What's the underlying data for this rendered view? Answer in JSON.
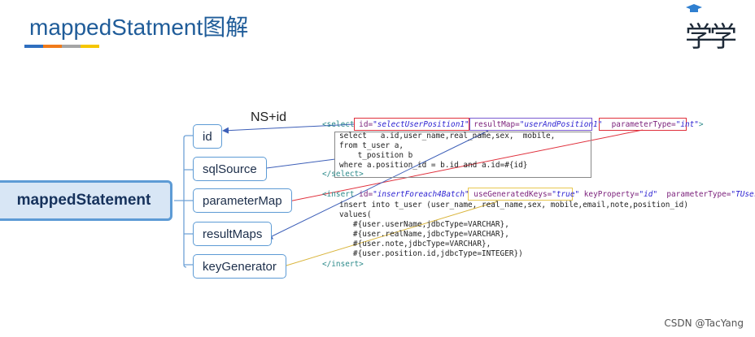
{
  "header": {
    "title": "mappedStatment图解",
    "bar_colors": [
      "#2f6fbf",
      "#f07a1a",
      "#a5a5a5",
      "#f5c600"
    ]
  },
  "logo": {
    "text": "学学",
    "icon": "mortarboard-icon"
  },
  "diagram": {
    "root": "mappedStatement",
    "children": [
      "id",
      "sqlSource",
      "parameterMap",
      "resultMaps",
      "keyGenerator"
    ],
    "ns_label": "NS+id"
  },
  "select_block": {
    "open_tag": "<select",
    "id_attr": "id=",
    "id_val": "\"selectUserPosition1\"",
    "resultMap_attr": "resultMap=",
    "resultMap_val": "\"userAndPosition1\"",
    "paramType_attr": "parameterType=",
    "paramType_val": "\"int\"",
    "gt": ">",
    "body": "select   a.id,user_name,real_name,sex,  mobile,\nfrom t_user a,\n    t_position b\nwhere a.position_id = b.id and a.id=#{id}",
    "close_tag": "</select>"
  },
  "insert_block": {
    "open_tag": "<insert",
    "id_attr": "id=",
    "id_val": "\"insertForeach4Batch\"",
    "useGen_attr": "useGeneratedKeys=",
    "useGen_val": "\"true\"",
    "keyProp_attr": "keyProperty=",
    "keyProp_val": "\"id\"",
    "paramType_attr": "parameterType=",
    "paramType_val": "\"TUser\"",
    "gt": ">",
    "body": "insert into t_user (user_name, real_name,sex, mobile,email,note,position_id)\nvalues(\n   #{user.userName,jdbcType=VARCHAR},\n   #{user.realName,jdbcType=VARCHAR},\n   #{user.note,jdbcType=VARCHAR},\n   #{user.position.id,jdbcType=INTEGER})",
    "close_tag": "</insert>"
  },
  "watermark": "CSDN @TacYang"
}
